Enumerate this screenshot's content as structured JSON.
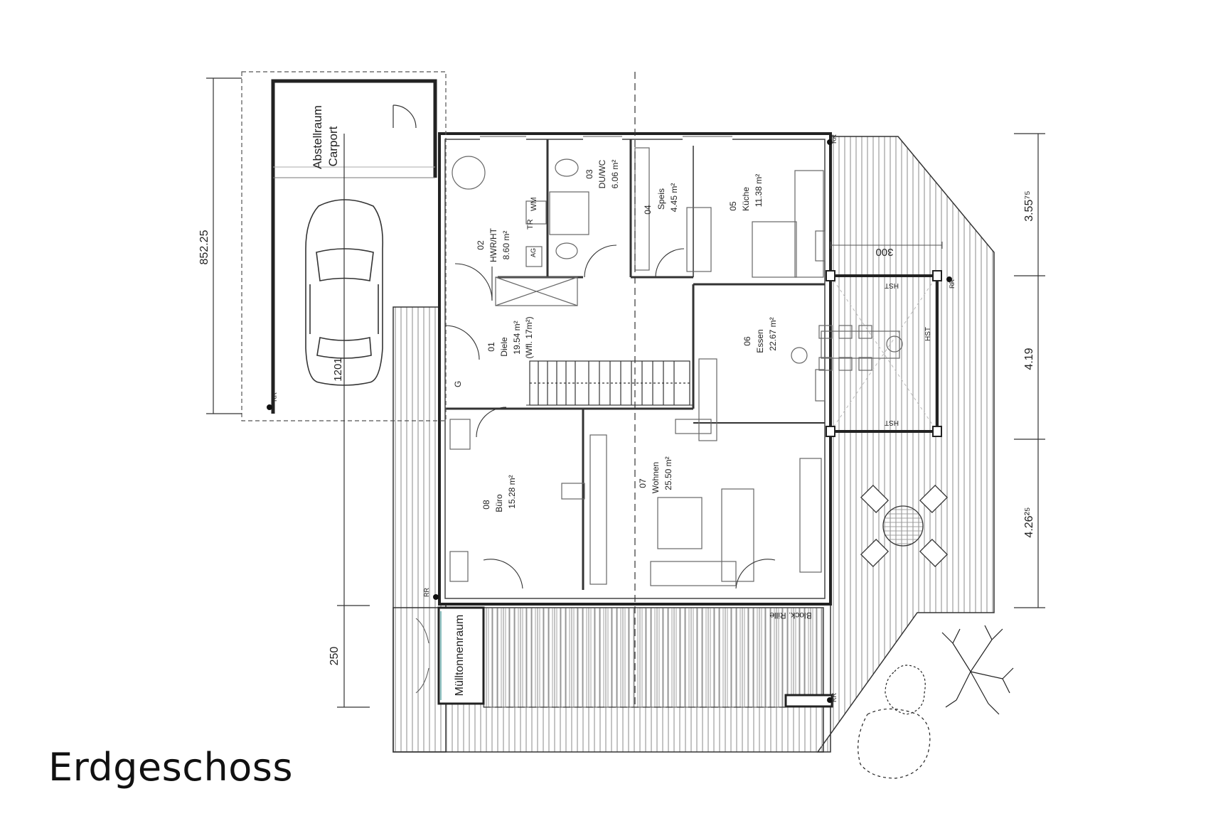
{
  "title": "Erdgeschoss",
  "rooms": [
    {
      "num": "02",
      "name": "HWR/HT",
      "area": "8.60 m²"
    },
    {
      "num": "03",
      "name": "DU/WC",
      "area": "6.06 m²"
    },
    {
      "num": "04",
      "name": "Speis",
      "area": "4.45 m²"
    },
    {
      "num": "05",
      "name": "Küche",
      "area": "11.38 m²"
    },
    {
      "num": "01",
      "name": "Diele",
      "area": "19.54 m²",
      "note": "(Wfl. 17m²)"
    },
    {
      "num": "06",
      "name": "Essen",
      "area": "22.67 m²"
    },
    {
      "num": "08",
      "name": "Büro",
      "area": "15.28 m²"
    },
    {
      "num": "07",
      "name": "Wohnen",
      "area": "25.50 m²"
    }
  ],
  "outbuildings": {
    "storage": "Abstellraum",
    "carport": "Carport",
    "bins": "Mülltonnenraum"
  },
  "dimensions": {
    "left_total": "852.25",
    "left_bottom": "250",
    "carport_inner": "1201",
    "right_top": "3.55⁷⁵",
    "right_mid": "4.19",
    "right_bottom": "4.26²⁵",
    "winter_garden": "300"
  },
  "labels": {
    "tr": "TR",
    "wm": "WM",
    "ag": "AG",
    "g": "G",
    "rr": "RR",
    "hst": "HST",
    "drain": "Block. Rille"
  }
}
